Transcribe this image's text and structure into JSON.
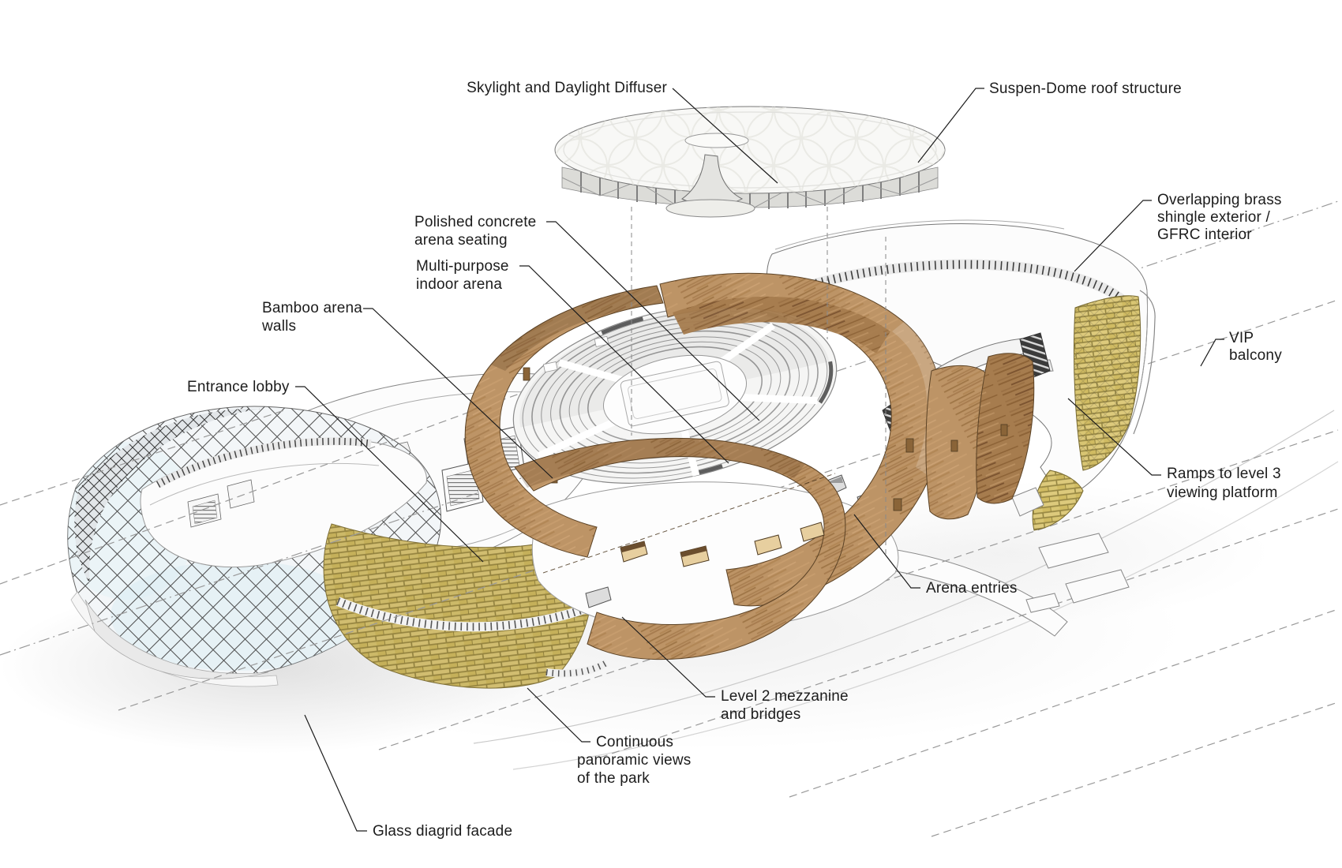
{
  "labels": {
    "skylight": {
      "text": "Skylight and Daylight Diffuser"
    },
    "suspendome": {
      "text": "Suspen-Dome roof structure"
    },
    "brass": {
      "line1": "Overlapping brass",
      "line2": "shingle exterior /",
      "line3": "GFRC interior"
    },
    "vip": {
      "line1": "VIP",
      "line2": "balcony"
    },
    "ramps": {
      "line1": "Ramps to level 3",
      "line2": "viewing platform"
    },
    "arena_entries": {
      "text": "Arena entries"
    },
    "level2": {
      "line1": "Level 2 mezzanine",
      "line2": "and bridges"
    },
    "panoramic": {
      "line1": "Continuous",
      "line2": "panoramic views",
      "line3": "of the park"
    },
    "glass": {
      "text": "Glass diagrid facade"
    },
    "entrance": {
      "text": "Entrance lobby"
    },
    "bamboo": {
      "line1": "Bamboo arena",
      "line2": "walls"
    },
    "multipurpose": {
      "line1": "Multi-purpose",
      "line2": "indoor arena"
    },
    "polished": {
      "line1": "Polished concrete",
      "line2": "arena seating"
    }
  },
  "colors": {
    "background": "#ffffff",
    "text": "#1c1c1c",
    "leader_line": "#1c1c1c",
    "dashed_guide": "#999999",
    "wood": "#bd9466",
    "wood_dark": "#a67c4e",
    "brass_shingle": "#d5c16c",
    "diagrid_line": "#454545",
    "shell_white": "#fcfcfc",
    "seating_gray": "#9c9c9c"
  }
}
